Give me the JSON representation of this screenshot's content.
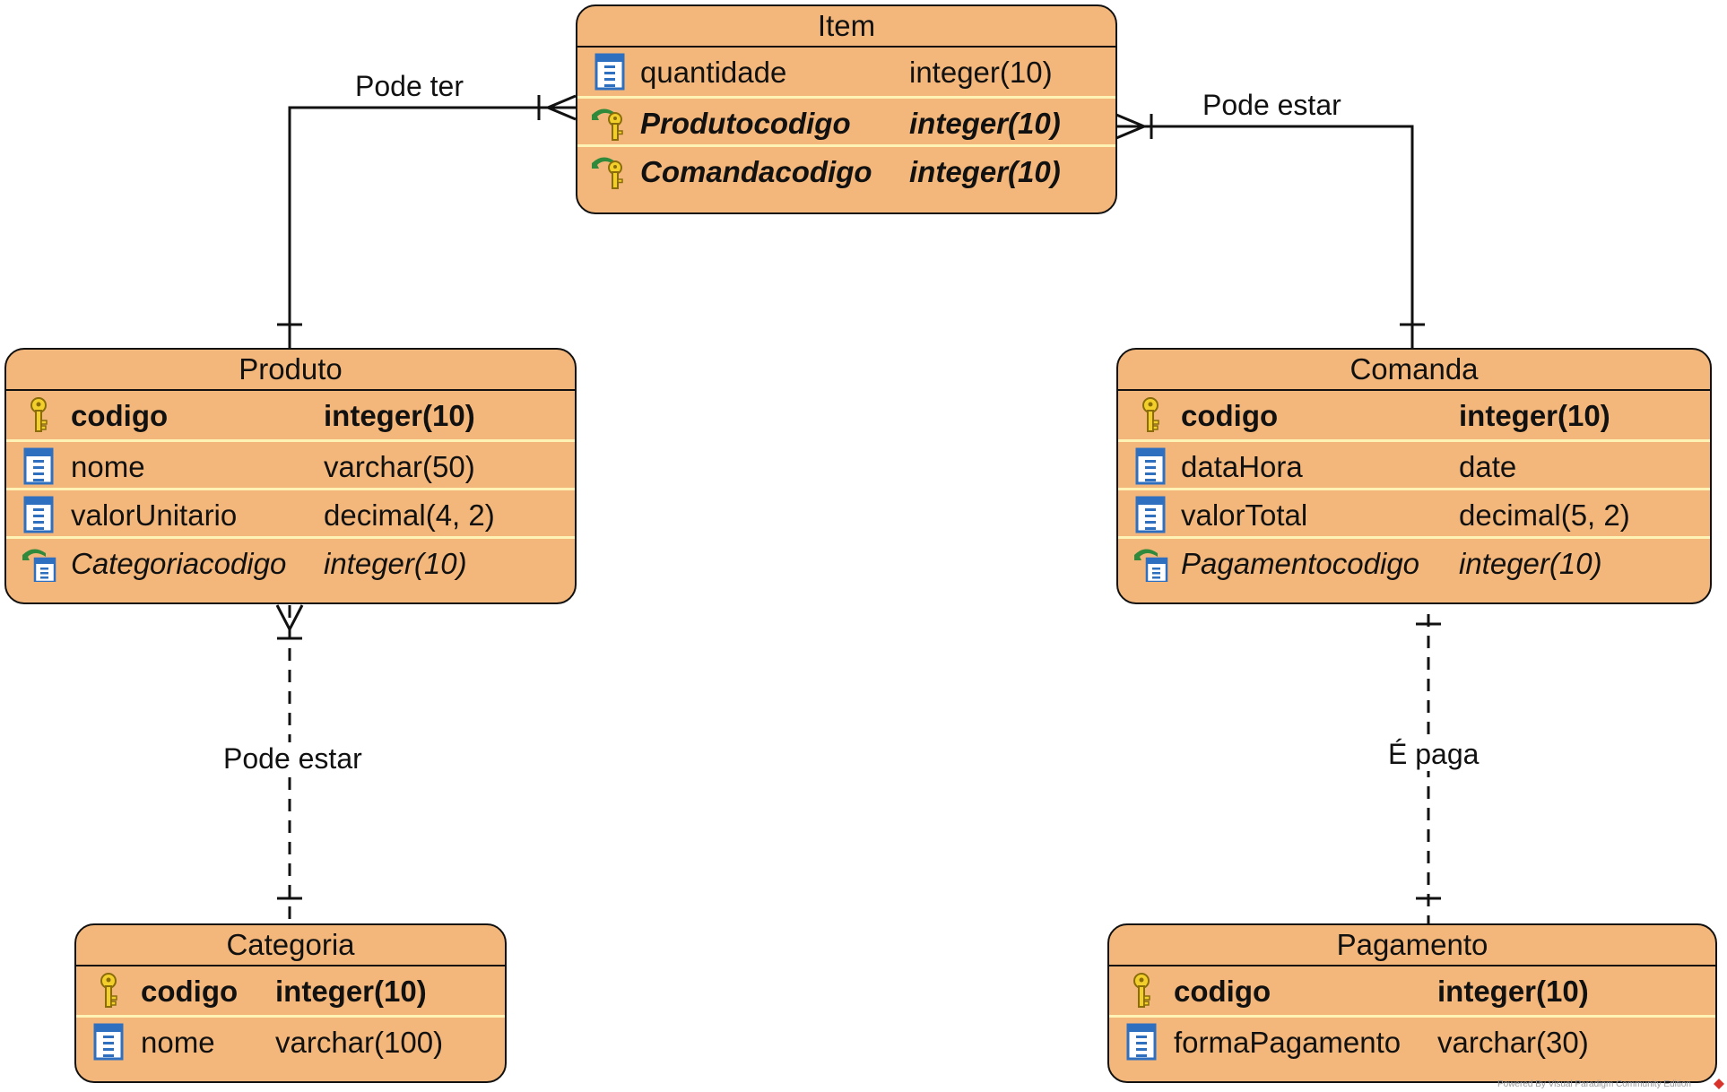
{
  "entities": {
    "item": {
      "title": "Item",
      "columns": [
        {
          "name": "quantidade",
          "type": "integer(10)",
          "kind": "column"
        },
        {
          "name": "Produtocodigo",
          "type": "integer(10)",
          "kind": "pk-fk"
        },
        {
          "name": "Comandacodigo",
          "type": "integer(10)",
          "kind": "pk-fk"
        }
      ]
    },
    "produto": {
      "title": "Produto",
      "columns": [
        {
          "name": "codigo",
          "type": "integer(10)",
          "kind": "pk"
        },
        {
          "name": "nome",
          "type": "varchar(50)",
          "kind": "column"
        },
        {
          "name": "valorUnitario",
          "type": "decimal(4, 2)",
          "kind": "column"
        },
        {
          "name": "Categoriacodigo",
          "type": "integer(10)",
          "kind": "fk"
        }
      ]
    },
    "comanda": {
      "title": "Comanda",
      "columns": [
        {
          "name": "codigo",
          "type": "integer(10)",
          "kind": "pk"
        },
        {
          "name": "dataHora",
          "type": "date",
          "kind": "column"
        },
        {
          "name": "valorTotal",
          "type": "decimal(5, 2)",
          "kind": "column"
        },
        {
          "name": "Pagamentocodigo",
          "type": "integer(10)",
          "kind": "fk"
        }
      ]
    },
    "categoria": {
      "title": "Categoria",
      "columns": [
        {
          "name": "codigo",
          "type": "integer(10)",
          "kind": "pk"
        },
        {
          "name": "nome",
          "type": "varchar(100)",
          "kind": "column"
        }
      ]
    },
    "pagamento": {
      "title": "Pagamento",
      "columns": [
        {
          "name": "codigo",
          "type": "integer(10)",
          "kind": "pk"
        },
        {
          "name": "formaPagamento",
          "type": "varchar(30)",
          "kind": "column"
        }
      ]
    }
  },
  "relationships": {
    "produto_item": {
      "label": "Pode ter",
      "from": "Produto",
      "to": "Item",
      "from_cardinality": "one",
      "to_cardinality": "many",
      "style": "solid"
    },
    "comanda_item": {
      "label": "Pode estar",
      "from": "Comanda",
      "to": "Item",
      "from_cardinality": "one",
      "to_cardinality": "many",
      "style": "solid"
    },
    "categoria_produto": {
      "label": "Pode estar",
      "from": "Categoria",
      "to": "Produto",
      "from_cardinality": "one",
      "to_cardinality": "many",
      "style": "dashed"
    },
    "pagamento_comanda": {
      "label": "É paga",
      "from": "Pagamento",
      "to": "Comanda",
      "from_cardinality": "one",
      "to_cardinality": "one",
      "style": "dashed"
    }
  },
  "footer": {
    "text": "Powered By  Visual Paradigm Community Edition"
  },
  "colors": {
    "entity_fill": "#f4b77b",
    "row_divider": "#fff2b5",
    "line": "#111111",
    "pk_key": "#e8c21c",
    "fk_arrow": "#2f8a3c",
    "column_icon": "#2f6fbf"
  }
}
